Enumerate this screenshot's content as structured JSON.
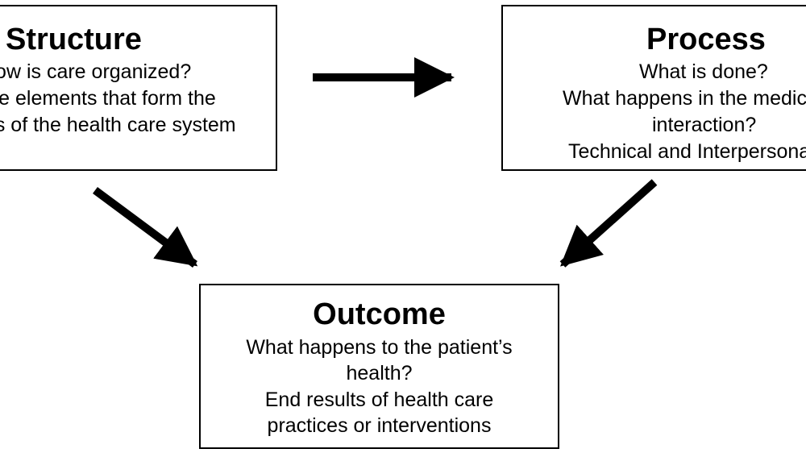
{
  "structure": {
    "title": "Structure",
    "lines": [
      "How is care organized?",
      "The elements that form the",
      "basis of the health care system"
    ]
  },
  "process": {
    "title": "Process",
    "lines": [
      "What is done?",
      "What happens in the medical",
      "interaction?",
      "Technical and Interpersonal"
    ]
  },
  "outcome": {
    "title": "Outcome",
    "lines": [
      "What happens to the patient’s",
      "health?",
      "End results of health care",
      "practices or interventions"
    ]
  },
  "colors": {
    "stroke": "#000000",
    "background": "#ffffff"
  }
}
